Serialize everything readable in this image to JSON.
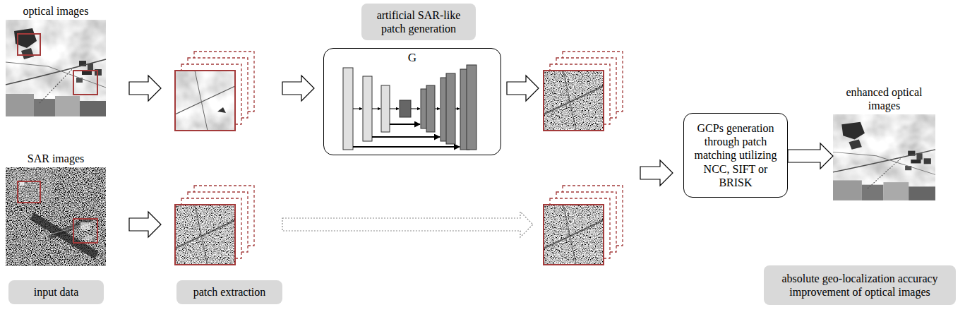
{
  "diagram": {
    "nodes": [
      {
        "text": [
          "optical images"
        ]
      },
      {
        "text": [
          "artificial SAR-like patch generation"
        ]
      },
      {
        "text": [
          "G"
        ]
      },
      {
        "text": [
          "enhanced optical images"
        ]
      },
      {
        "text": [
          "SAR images"
        ]
      },
      {
        "text": [
          "GCPs generation through patch matching utilizing NCC, SIFT or BRISK"
        ]
      },
      {
        "text": [
          "input data"
        ]
      },
      {
        "text": [
          "patch extraction"
        ]
      },
      {
        "text": [
          "absolute geo-localization accuracy improvement of optical images"
        ]
      }
    ],
    "edges": [
      {
        "from": 5,
        "to": 3,
        "arrow": "to"
      }
    ]
  }
}
